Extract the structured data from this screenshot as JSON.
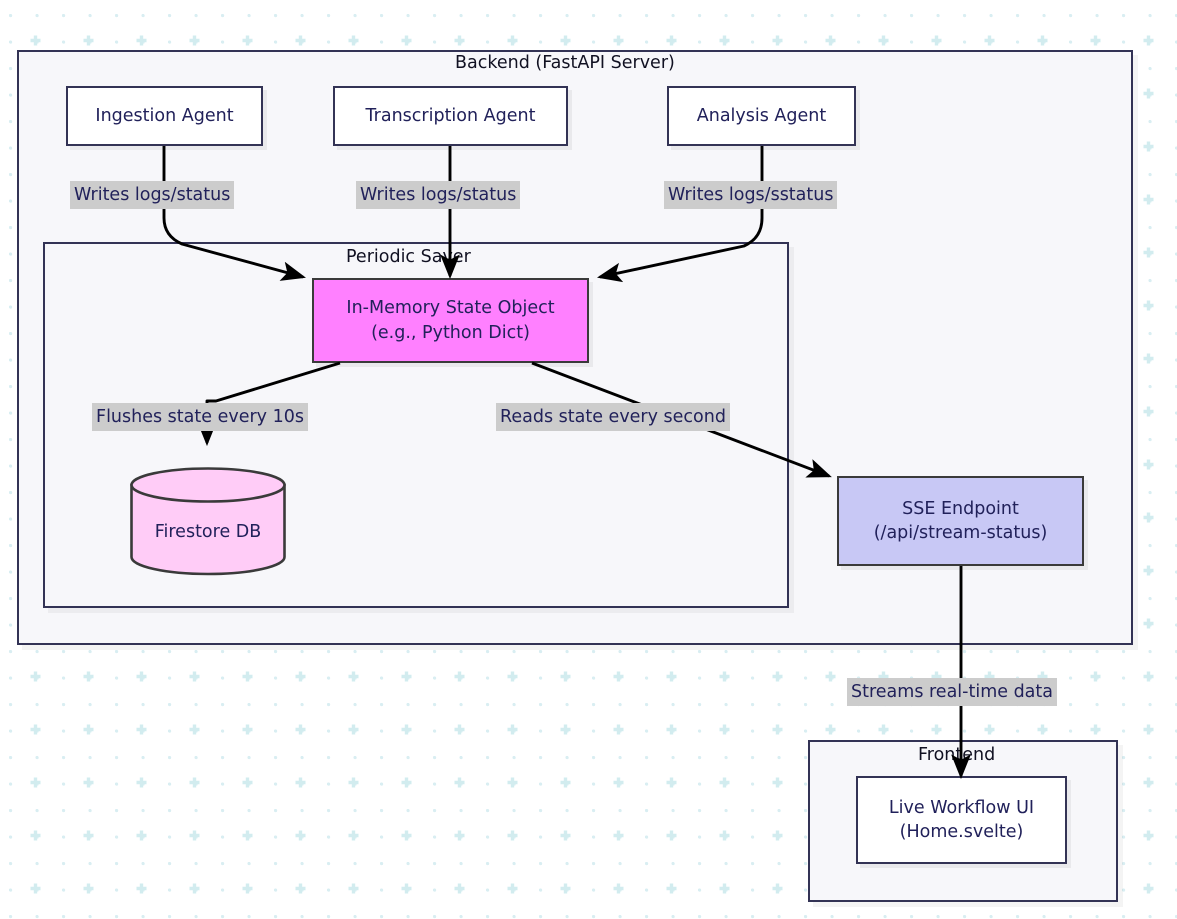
{
  "diagram": {
    "title_visible": false,
    "background": {
      "style": "dot-and-plus-grid",
      "dot_color": "#d9eef2",
      "plus_color": "#d2ecef",
      "page_color": "#ffffff"
    },
    "palette": {
      "border_navy": "#333355",
      "text_navy": "#21215a",
      "subgraph_fill": "#f7f7fa",
      "node_white": "#ffffff",
      "node_pink": "#ff80ff",
      "node_lavender": "#c8c8f5",
      "cylinder_fill": "#ffccf7",
      "cylinder_border": "#3a3a3a",
      "edge_label_bg": "#cccccc",
      "edge_stroke": "#000000"
    },
    "containers": [
      {
        "id": "backend",
        "label": "Backend (FastAPI Server)"
      },
      {
        "id": "periodic",
        "label": "Periodic Saver"
      },
      {
        "id": "frontend",
        "label": "Frontend"
      }
    ],
    "nodes": [
      {
        "id": "ingestion",
        "lines": [
          "Ingestion Agent"
        ],
        "shape": "rect",
        "fill": "white"
      },
      {
        "id": "transcription",
        "lines": [
          "Transcription Agent"
        ],
        "shape": "rect",
        "fill": "white"
      },
      {
        "id": "analysis",
        "lines": [
          "Analysis Agent"
        ],
        "shape": "rect",
        "fill": "white"
      },
      {
        "id": "state",
        "lines": [
          "In-Memory State Object",
          "(e.g., Python Dict)"
        ],
        "shape": "rect",
        "fill": "pink"
      },
      {
        "id": "firestore",
        "lines": [
          "Firestore DB"
        ],
        "shape": "cylinder",
        "fill": "lightpink"
      },
      {
        "id": "sse",
        "lines": [
          "SSE Endpoint",
          "(/api/stream-status)"
        ],
        "shape": "rect",
        "fill": "lavender"
      },
      {
        "id": "ui",
        "lines": [
          "Live Workflow UI",
          "(Home.svelte)"
        ],
        "shape": "rect",
        "fill": "white"
      }
    ],
    "edges": [
      {
        "from": "ingestion",
        "to": "state",
        "label": "Writes logs/status"
      },
      {
        "from": "transcription",
        "to": "state",
        "label": "Writes logs/status"
      },
      {
        "from": "analysis",
        "to": "state",
        "label": "Writes logs/sstatus"
      },
      {
        "from": "state",
        "to": "firestore",
        "label": "Flushes state every 10s"
      },
      {
        "from": "state",
        "to": "sse",
        "label": "Reads state every second"
      },
      {
        "from": "sse",
        "to": "ui",
        "label": "Streams real-time data"
      }
    ]
  }
}
